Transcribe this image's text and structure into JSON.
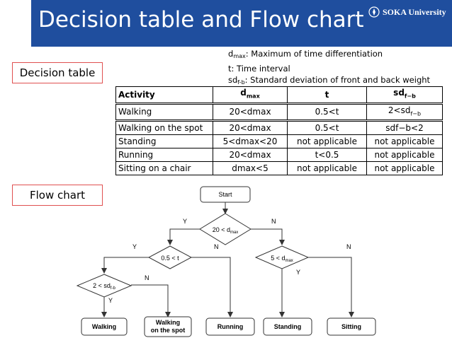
{
  "title": "Decision table and Flow chart",
  "logo_text": "SOKA University",
  "labels": {
    "decision_table": "Decision table",
    "flow_chart": "Flow chart"
  },
  "notes": {
    "dmax_sub": "max",
    "dmax_text": ": Maximum of time differentiation",
    "t_text": "t: Time interval",
    "sd_sub": "f-b",
    "sd_text": ": Standard deviation of front and back weight"
  },
  "table": {
    "headers": [
      "Activity",
      "d",
      "t",
      "sd"
    ],
    "header_subs": [
      "",
      "max",
      "",
      "f−b"
    ],
    "rows": [
      [
        "Walking",
        "20<dmax",
        "0.5<t",
        "2<sd",
        "f−b"
      ],
      [
        "Walking on the spot",
        "20<dmax",
        "0.5<t",
        "sdf−b<2",
        ""
      ],
      [
        "Standing",
        "5<dmax<20",
        "not applicable",
        "not applicable",
        ""
      ],
      [
        "Running",
        "20<dmax",
        "t<0.5",
        "not applicable",
        ""
      ],
      [
        "Sitting on a chair",
        "dmax<5",
        "not applicable",
        "not applicable",
        ""
      ]
    ]
  },
  "flowchart": {
    "start": "Start",
    "decision_top": "20 < d",
    "decision_top_sub": "max",
    "decision_left": "0.5 < t",
    "decision_right": "5 < d",
    "decision_right_sub": "max",
    "decision_sd": "2 < sd",
    "decision_sd_sub": "f-b",
    "yes": "Y",
    "no": "N",
    "outputs": [
      "Walking",
      "Walking",
      "on the spot",
      "Running",
      "Standing",
      "Sitting"
    ]
  },
  "colors": {
    "title_bar": "#1f4e9e",
    "label_border": "#e05050"
  }
}
